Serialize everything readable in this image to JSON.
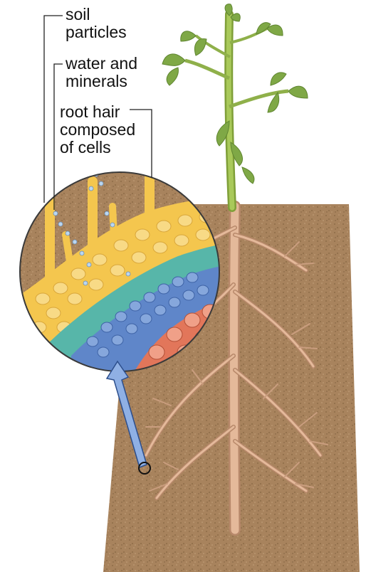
{
  "labels": {
    "soil_particles": [
      "soil",
      "particles"
    ],
    "water_and_minerals": [
      "water and",
      "minerals"
    ],
    "root_hair": [
      "root hair",
      "composed",
      "of cells"
    ]
  },
  "icons": {
    "plant": "tomato-plant-icon",
    "magnifier": "magnified-root-cross-section",
    "arrow": "pointer-arrow-icon"
  },
  "colors": {
    "soil": "#a8835d",
    "soil_dark": "#8e6c48",
    "root": "#e4b99a",
    "root_edge": "#b7886a",
    "stem": "#9fc04a",
    "leaf": "#7fa846",
    "epidermis": "#f4c64e",
    "cortex_blue": "#5f86c9",
    "cortex_teal": "#57b6a9",
    "vascular_red": "#e2765a",
    "arrow": "#8fb0e4",
    "arrow_edge": "#2c4e8c"
  }
}
